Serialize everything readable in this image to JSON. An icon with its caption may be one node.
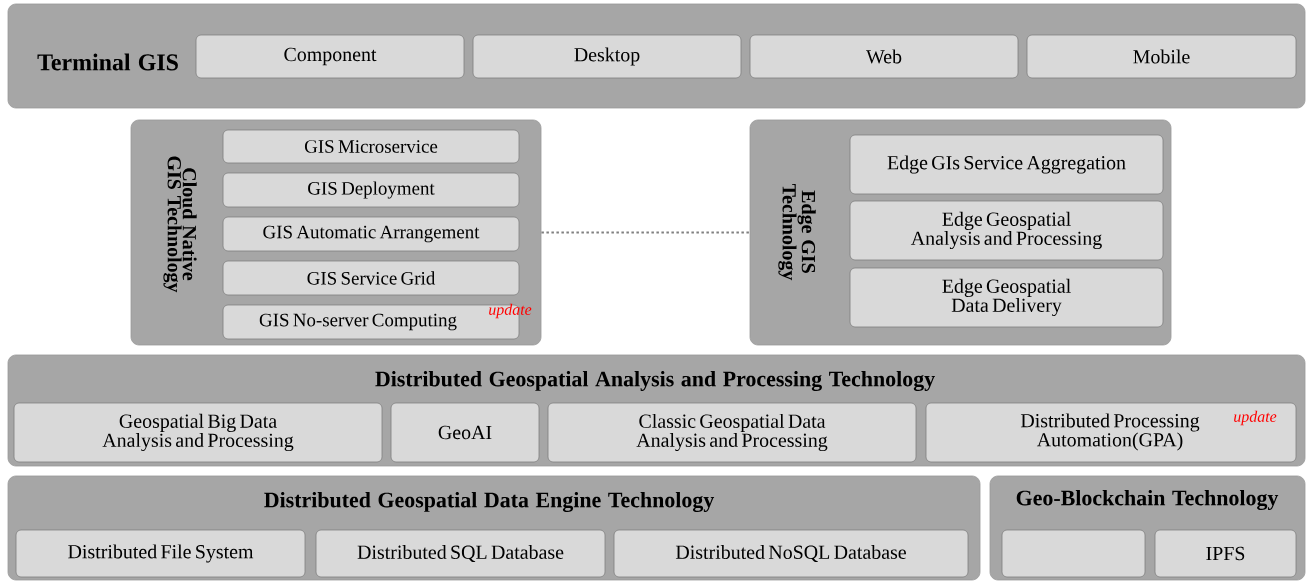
{
  "diagram": {
    "nodes": [
      {
        "text": [
          "Terminal GIS"
        ]
      },
      {
        "text": [
          "Component"
        ],
        "in": 0
      },
      {
        "text": [
          "Desktop"
        ],
        "in": 0
      },
      {
        "text": [
          "Web"
        ],
        "in": 0
      },
      {
        "text": [
          "Mobile"
        ],
        "in": 0
      },
      {
        "text": [
          "Cloud Native GIS Technology"
        ]
      },
      {
        "text": [
          "GIS Microservice"
        ],
        "in": 5
      },
      {
        "text": [
          "GIS Deployment"
        ],
        "in": 5
      },
      {
        "text": [
          "GIS Automatic Arrangement"
        ],
        "in": 5
      },
      {
        "text": [
          "GIS Service Grid"
        ],
        "in": 5
      },
      {
        "text": [
          "GIS No-server Computing",
          "update"
        ],
        "in": 5
      },
      {
        "text": [
          "Edge GIS Technology"
        ]
      },
      {
        "text": [
          "Edge GIs Service Aggregation"
        ],
        "in": 11
      },
      {
        "text": [
          "Edge Geospatial Analysis and Processing"
        ],
        "in": 11
      },
      {
        "text": [
          "Edge Geospatial Data Delivery"
        ],
        "in": 11
      },
      {
        "text": [
          "Distributed Geospatial Analysis and Processing Technology"
        ]
      },
      {
        "text": [
          "Geospatial Big Data Analysis and Processing"
        ],
        "in": 15
      },
      {
        "text": [
          "GeoAI"
        ],
        "in": 15
      },
      {
        "text": [
          "Classic Geospatial Data Analysis and Processing"
        ],
        "in": 15
      },
      {
        "text": [
          "Distributed Processing Automation(GPA)",
          "update"
        ],
        "in": 15
      },
      {
        "text": [
          "Distributed Geospatial Data Engine Technology"
        ]
      },
      {
        "text": [
          "Distributed File System"
        ],
        "in": 20
      },
      {
        "text": [
          "Distributed SQL Database"
        ],
        "in": 20
      },
      {
        "text": [
          "Distributed NoSQL Database"
        ],
        "in": 20
      },
      {
        "text": [
          "Geo-Blockchain Technology"
        ]
      },
      {
        "text": [],
        "shape": "box",
        "in": 24
      },
      {
        "text": [
          "IPFS"
        ],
        "in": 24
      }
    ],
    "edges": [
      {
        "from": 5,
        "to": 11,
        "arrow": "none",
        "style": "dashed"
      }
    ]
  }
}
